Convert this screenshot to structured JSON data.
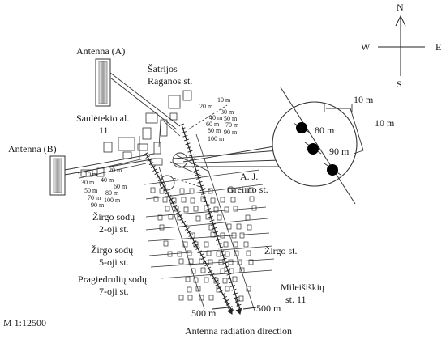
{
  "map": {
    "scale": "M 1:12500",
    "direction_caption": "Antenna radiation direction",
    "antennas": {
      "a": "Antenna (A)",
      "b": "Antenna (B)"
    },
    "streets": {
      "satrijos_1": "Šatrijos",
      "satrijos_2": "Raganos st.",
      "sauletekio_1": "Saulėtekio al.",
      "sauletekio_2": "11",
      "greimo_1": "A. J.",
      "greimo_2": "Greimo st.",
      "zirgo2_1": "Žirgo sodų",
      "zirgo2_2": "2-oji st.",
      "zirgo5_1": "Žirgo sodų",
      "zirgo5_2": "5-oji st.",
      "prag_1": "Pragiedrulių sodų",
      "prag_2": "7-oji st.",
      "zirgo_st": "Žirgo st.",
      "mil_1": "Mileišiškių",
      "mil_2": "st. 11"
    },
    "compass": {
      "n": "N",
      "s": "S",
      "e": "E",
      "w": "W"
    },
    "inset": {
      "side_top": "10 m",
      "side_right": "10 m",
      "h1": "80 m",
      "h2": "90 m"
    },
    "distances": {
      "end_a": "500 m",
      "end_b": "500 m"
    },
    "ticks_a": [
      "10 m",
      "20 m",
      "30 m",
      "40 m",
      "50 m",
      "60 m",
      "70 m",
      "80 m",
      "90 m",
      "100 m"
    ],
    "ticks_b": [
      "10 m",
      "20 m",
      "30 m",
      "40 m",
      "50 m",
      "60 m",
      "70 m",
      "80 m",
      "90 m",
      "100 m"
    ]
  }
}
